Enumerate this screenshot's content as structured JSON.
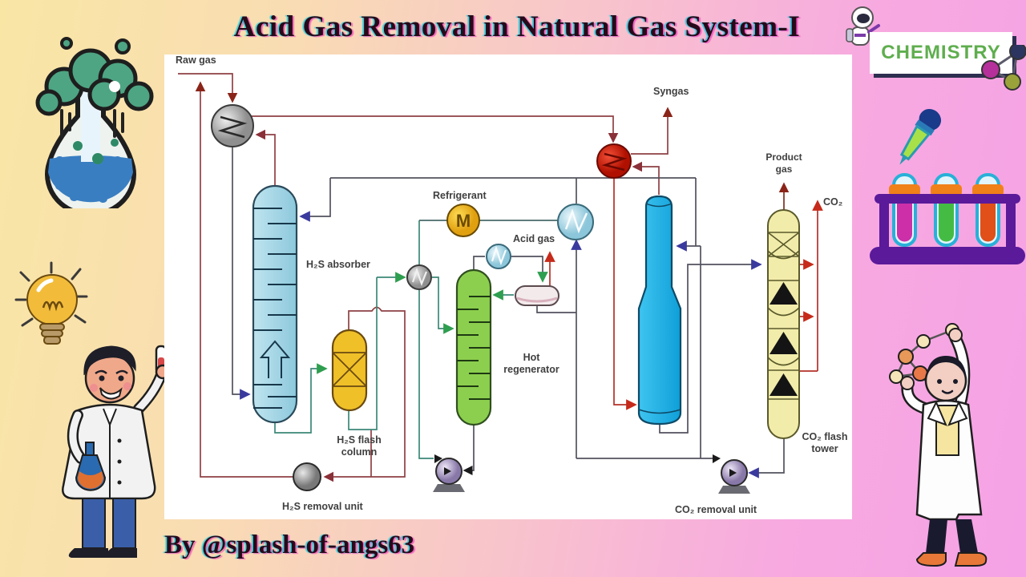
{
  "page": {
    "title": "Acid Gas Removal in Natural Gas System-I",
    "credit": "By @splash-of-angs63"
  },
  "badge": {
    "label": "CHEMISTRY"
  },
  "diagram": {
    "labels": {
      "raw_gas": "Raw gas",
      "syngas": "Syngas",
      "refrigerant": "Refrigerant",
      "acid_gas": "Acid gas",
      "h2s_absorber": "H₂S absorber",
      "h2s_flash_column": "H₂S flash column",
      "h2s_removal_unit": "H₂S removal unit",
      "hot_regenerator": "Hot regenerator",
      "product_gas": "Product gas",
      "co2": "CO₂",
      "co2_flash_tower": "CO₂ flash tower",
      "co2_removal_unit": "CO₂ removal unit",
      "motor": "M"
    },
    "colors": {
      "background_left": "#f9e6a5",
      "background_right": "#f6a2e6",
      "title_color": "#270a19",
      "badge_green": "#5fae4e",
      "panel": "#ffffff",
      "absorber_blue": "#a8d6e6",
      "flash_yellow": "#f0c028",
      "regenerator_green": "#8ccf4e",
      "blue_column": "#1ab2e8",
      "co2_tower": "#f2ecaa",
      "exchanger_red": "#d42010",
      "refrigerant_yellow": "#f0c030",
      "pump_purple": "#b9a8d4",
      "line_maroon": "#8f4044",
      "line_slate": "#52525e",
      "line_teal": "#3c8878",
      "arrow_green": "#2e9e4f",
      "arrow_navy": "#3a3a9e",
      "arrow_red": "#c62a1a"
    }
  }
}
